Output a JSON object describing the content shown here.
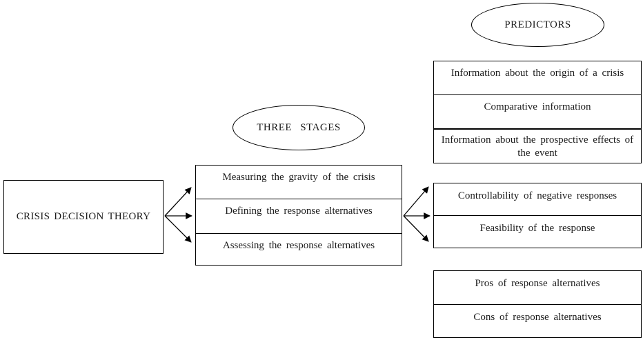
{
  "diagram": {
    "title": "Crisis Decision Theory diagram",
    "root": {
      "label": "CRISIS DECISION THEORY"
    },
    "stages_oval": {
      "label": "THREE STAGES"
    },
    "predictors_oval": {
      "label": "PREDICTORS"
    },
    "stages": {
      "rows": [
        {
          "label": "Measuring the gravity of the crisis"
        },
        {
          "label": "Defining the response alternatives"
        },
        {
          "label": "Assessing the response alternatives"
        }
      ]
    },
    "predictor_group_information": {
      "rows": [
        {
          "label": "Information about the origin of a crisis"
        },
        {
          "label": "Comparative information"
        },
        {
          "label": "Information about the prospective effects of the event"
        }
      ]
    },
    "predictor_group_response": {
      "rows": [
        {
          "label": "Controllability of negative responses"
        },
        {
          "label": "Feasibility of the response"
        }
      ]
    },
    "predictor_group_proscons": {
      "rows": [
        {
          "label": "Pros of response alternatives"
        },
        {
          "label": "Cons of response alternatives"
        }
      ]
    },
    "colors": {
      "line": "#000000",
      "background": "#ffffff",
      "text": "#1b1b1b"
    }
  }
}
